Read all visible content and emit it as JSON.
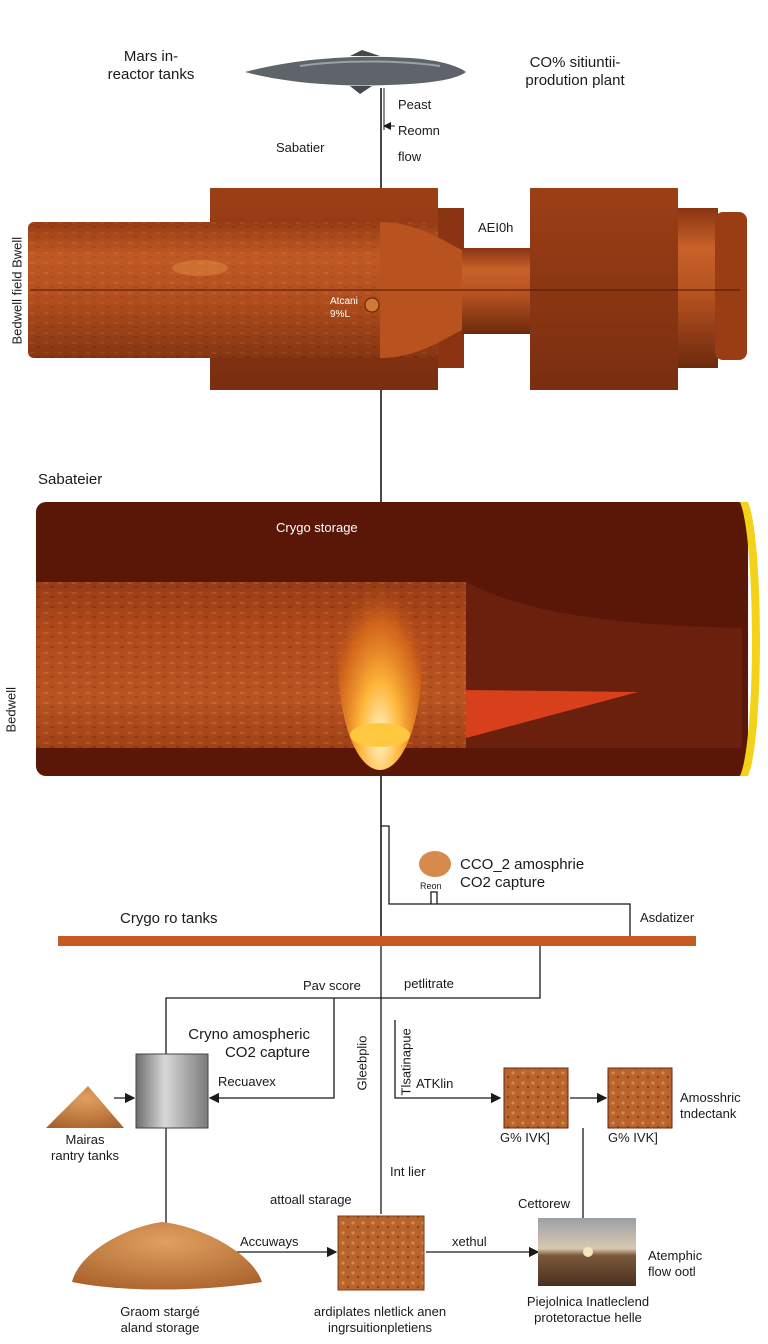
{
  "title": {
    "left": "Mars  in-\nreactor tanks",
    "right": "CO% sitiuntii-\nprodution plant"
  },
  "top": {
    "sabatier_left": "Sabatier",
    "flow_note": "Peast\nReomn\nflow"
  },
  "reactor": {
    "side_label": "Bedwell field Bwell",
    "neck_label": "AEI0h",
    "inner_label": "Atcani\n9%L"
  },
  "cryo": {
    "heading": "Sabateier",
    "storage_label": "Crygo storage",
    "side_label": "Bedwell"
  },
  "mid": {
    "co2_label": "CCO_2 amosphrie\nCO2 capture",
    "badge_label": "Reon",
    "tanks_label": "Crygo ro tanks",
    "right_label": "Asdatizer",
    "pav_score": "Pav score",
    "petlitrate": "petlitrate"
  },
  "lower": {
    "capture_label": "Cryno amospheric\nCO2 capture",
    "recuavex": "Recuavex",
    "vert_left": "Gleebplio",
    "vert_right": "Tlsatinapue",
    "atklin": "ATKlin",
    "mars_tanks": "Mairas\nrantry tanks",
    "box1_label": "G% IVK]",
    "box2_label": "G% IVK]",
    "right_label": "Amosshric\ntndectank",
    "intlier": "Int lier",
    "attoall": "attoall starage",
    "cettorew": "Cettorew",
    "accuways": "Accuways",
    "xethul": "xethul",
    "pile_label": "Graom stargé\naland storage",
    "block_label": "ardiplates nletlick anen\ningrsuitionpletiens",
    "photo_label": "Piejolnica Inatleclend\nprotetoractue helle",
    "atemphic": "Atemphic\nflow ootl"
  },
  "colors": {
    "rust": "#a8481b",
    "rust_dark": "#6a2a10",
    "maroon": "#5a1708",
    "accent_yellow": "#f5d21a",
    "line": "#1a1a1a"
  },
  "icons": [
    "spacecraft-icon",
    "flame-plume-icon",
    "sand-pile-icon",
    "photo-icon"
  ]
}
